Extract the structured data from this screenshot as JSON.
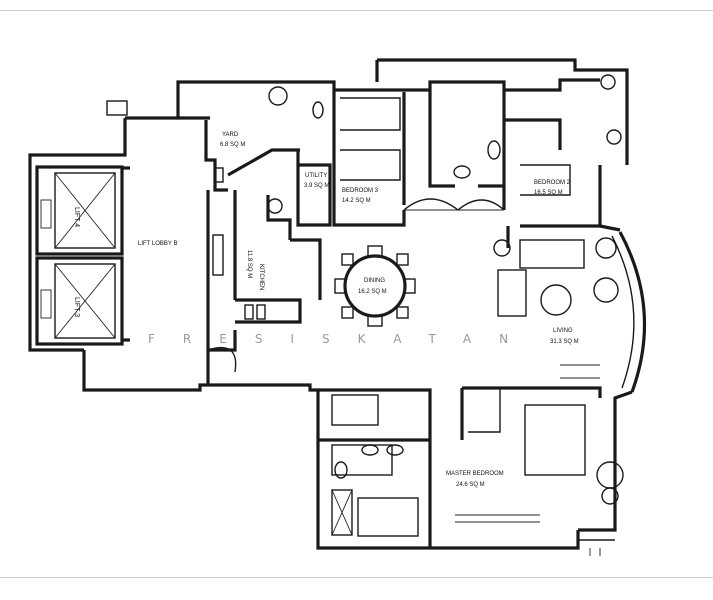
{
  "rooms": {
    "yard": {
      "name": "YARD",
      "area": "6.8 SQ M"
    },
    "utility": {
      "name": "UTILITY",
      "area": "3.9 SQ M"
    },
    "bedroom3": {
      "name": "BEDROOM 3",
      "area": "14.2 SQ M"
    },
    "bedroom2": {
      "name": "BEDROOM 2",
      "area": "16.5 SQ M"
    },
    "lift4": {
      "name": "LIFT 4"
    },
    "lift3": {
      "name": "LIFT 3"
    },
    "lift_lobby": {
      "name": "LIFT LOBBY B"
    },
    "kitchen": {
      "name": "KITCHEN",
      "area": "11.8 SQ M"
    },
    "dining": {
      "name": "DINING",
      "area": "16.2 SQ M"
    },
    "living": {
      "name": "LIVING",
      "area": "31.3 SQ M"
    },
    "master": {
      "name": "MASTER BEDROOM",
      "area": "24.6 SQ M"
    }
  },
  "watermark": "FRESISKATAN"
}
